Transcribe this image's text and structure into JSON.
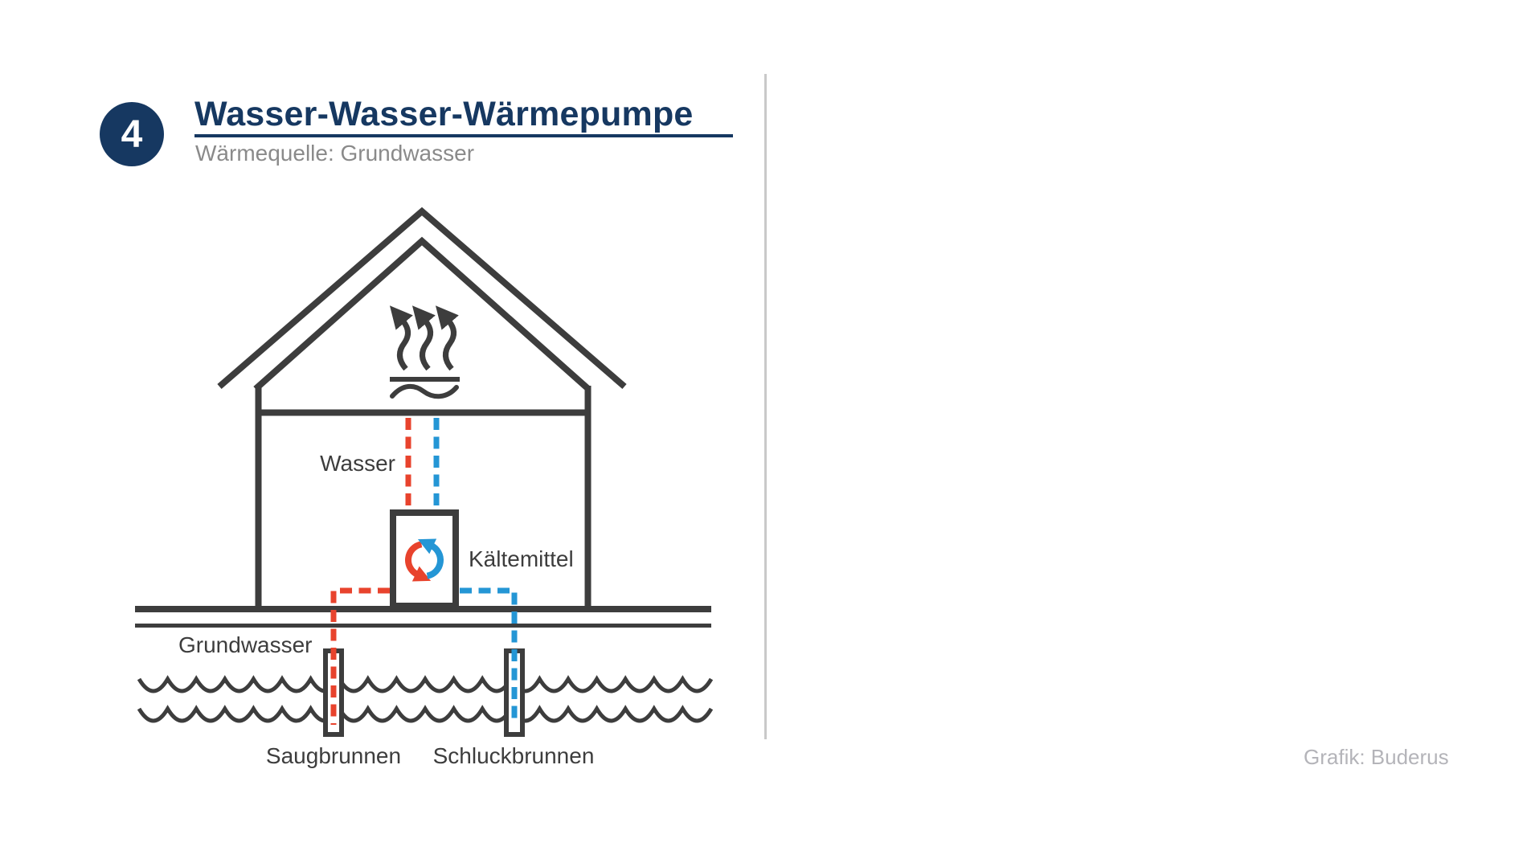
{
  "header": {
    "badge_number": "4",
    "title": "Wasser-Wasser-Wärmepumpe",
    "subtitle": "Wärmequelle: Grundwasser"
  },
  "diagram": {
    "type": "heat-pump-schematic",
    "labels": {
      "water": "Wasser",
      "refrigerant": "Kältemittel",
      "groundwater": "Grundwasser",
      "suction_well": "Saugbrunnen",
      "injection_well": "Schluckbrunnen"
    }
  },
  "footer": {
    "credit": "Grafik: Buderus"
  },
  "colors": {
    "navy": "#163861",
    "red": "#e8432d",
    "blue": "#2496d5",
    "line": "#3d3d3d",
    "label": "#3d3d3d",
    "subtitle-gray": "#8a8a8a",
    "credit-gray": "#b4b4b9",
    "divider-gray": "#c9c9c9",
    "background": "#ffffff"
  }
}
